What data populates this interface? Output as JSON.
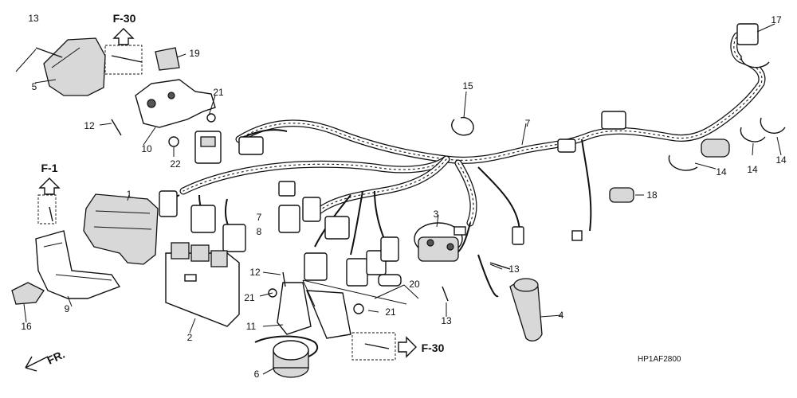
{
  "callouts": {
    "c1": "1",
    "c2": "2",
    "c3": "3",
    "c4": "4",
    "c5": "5",
    "c6": "6",
    "c7": "7",
    "c7b": "7",
    "c8": "8",
    "c9": "9",
    "c10": "10",
    "c11": "11",
    "c12a": "12",
    "c12b": "12",
    "c13a": "13",
    "c13b": "13",
    "c13c": "13",
    "c14a": "14",
    "c14b": "14",
    "c14c": "14",
    "c15": "15",
    "c16": "16",
    "c17": "17",
    "c18": "18",
    "c19": "19",
    "c20": "20",
    "c21a": "21",
    "c21b": "21",
    "c21c": "21",
    "c22": "22"
  },
  "refs": {
    "f30_top": "F-30",
    "f30_bottom": "F-30",
    "f1": "F-1"
  },
  "front_marker": "FR.",
  "diagram_code": "HP1AF2800"
}
